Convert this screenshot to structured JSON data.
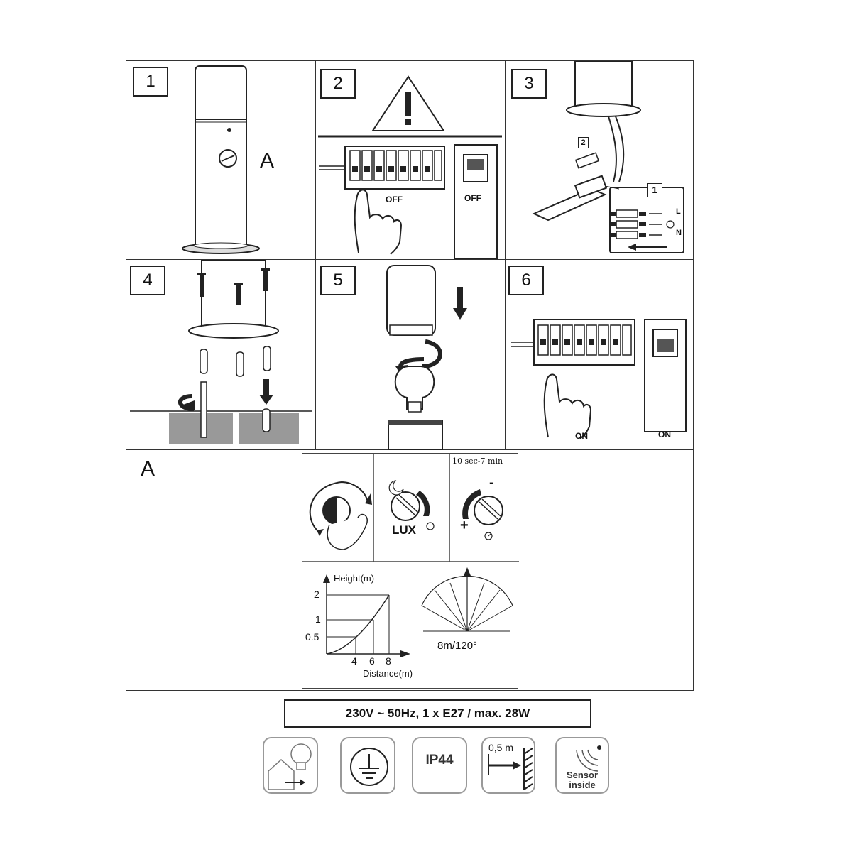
{
  "steps": {
    "s1": {
      "num": "1",
      "label": "A"
    },
    "s2": {
      "num": "2",
      "off_left": "OFF",
      "off_right": "OFF"
    },
    "s3": {
      "num": "3",
      "sub2": "2",
      "sub1": "1",
      "terminal_L": "L",
      "terminal_N": "N"
    },
    "s4": {
      "num": "4"
    },
    "s5": {
      "num": "5"
    },
    "s6": {
      "num": "6",
      "on_left": "ON",
      "on_right": "ON"
    }
  },
  "settings": {
    "label": "A",
    "lux_label": "LUX",
    "time_range": "10 sec-7 min",
    "plus": "+",
    "minus": "-",
    "height_label": "Height(m)",
    "distance_label": "Distance(m)",
    "y_ticks": [
      "2",
      "1",
      "0.5"
    ],
    "x_ticks": [
      "4",
      "6",
      "8"
    ],
    "range_label": "8m/120°"
  },
  "rating_text": "230V ~ 50Hz, 1 x E27 / max. 28W",
  "icons": {
    "ip": "IP44",
    "distance": "0,5 m",
    "sensor_line1": "Sensor",
    "sensor_line2": "inside",
    "names": [
      "outdoor-bulb-icon",
      "earth-ground-icon",
      "ip44-icon",
      "min-distance-icon",
      "sensor-inside-icon"
    ]
  }
}
